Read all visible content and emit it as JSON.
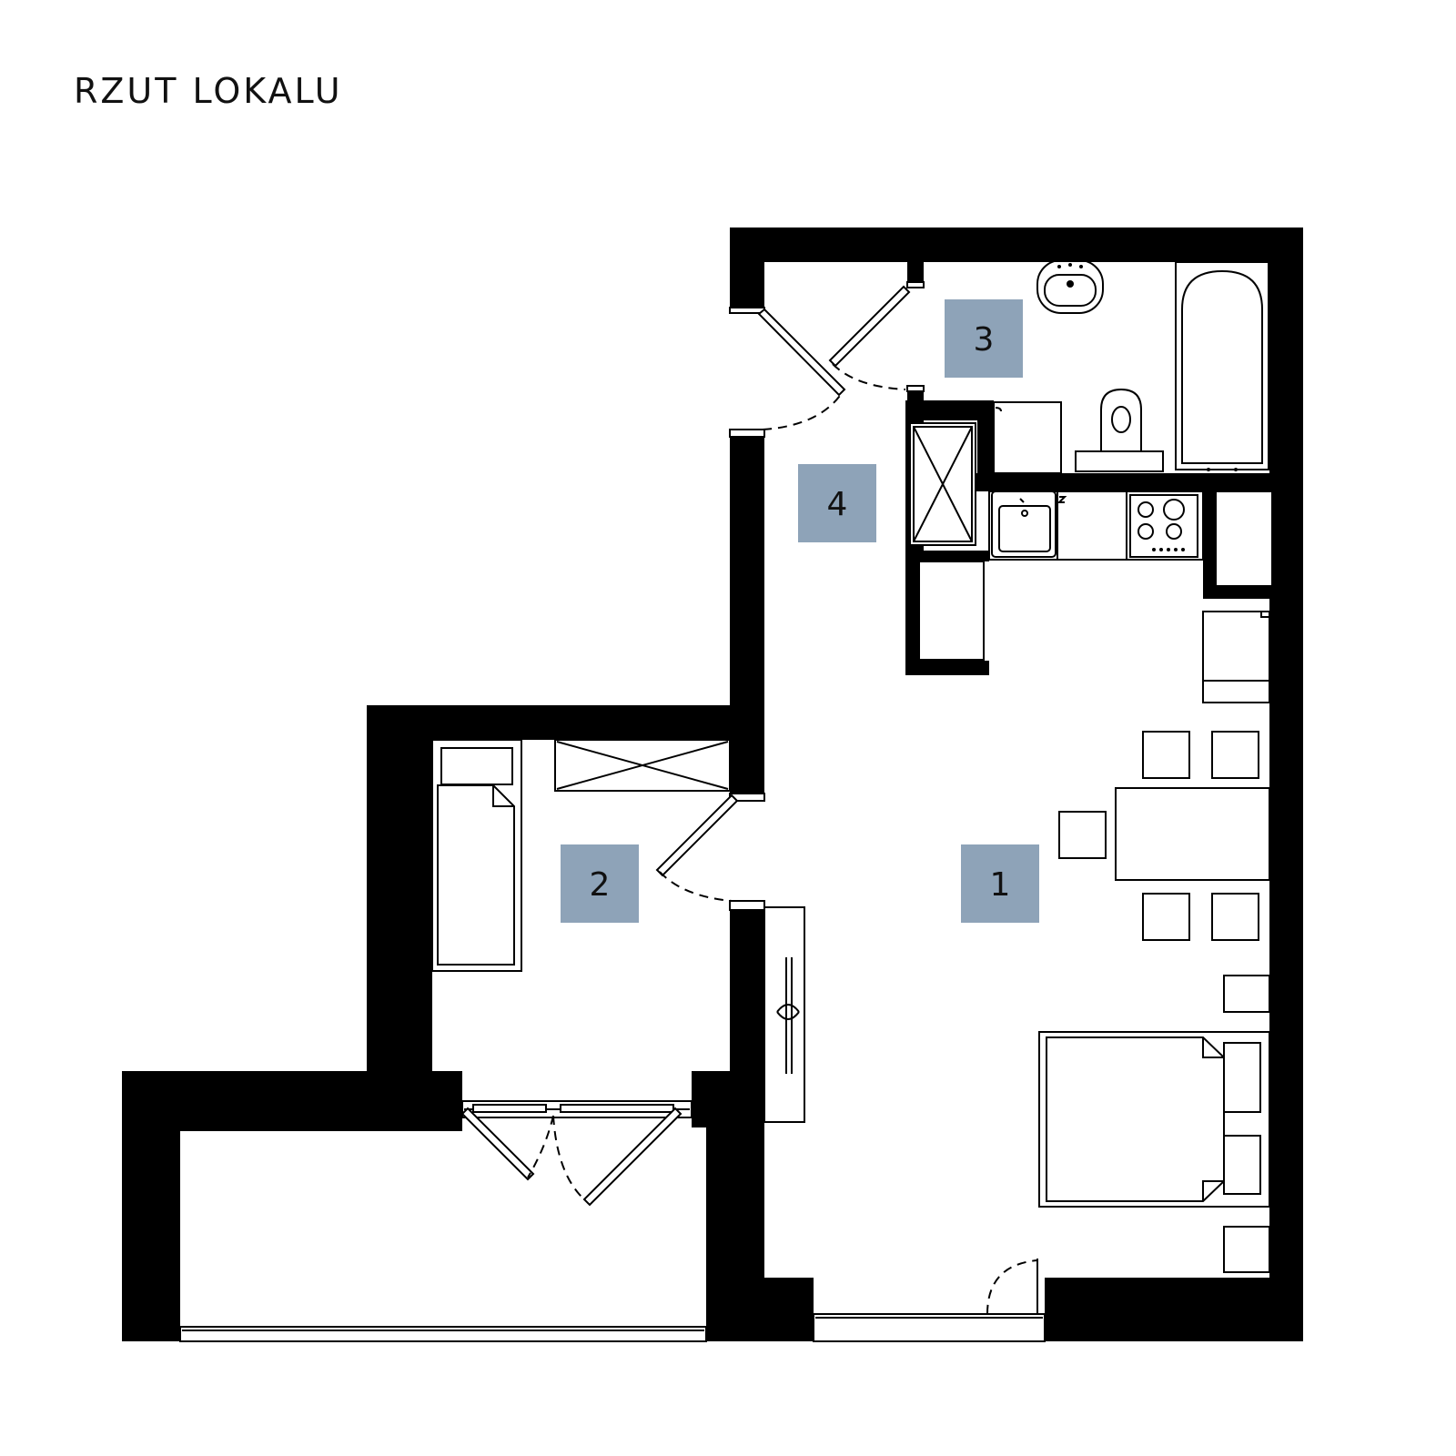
{
  "title": "RZUT LOKALU",
  "rooms": [
    {
      "id": "room-1",
      "label": "1"
    },
    {
      "id": "room-2",
      "label": "2"
    },
    {
      "id": "room-3",
      "label": "3"
    },
    {
      "id": "room-4",
      "label": "4"
    }
  ],
  "colors": {
    "room_label_bg": "#8ea3b8",
    "wall": "#000000",
    "background": "#ffffff"
  }
}
